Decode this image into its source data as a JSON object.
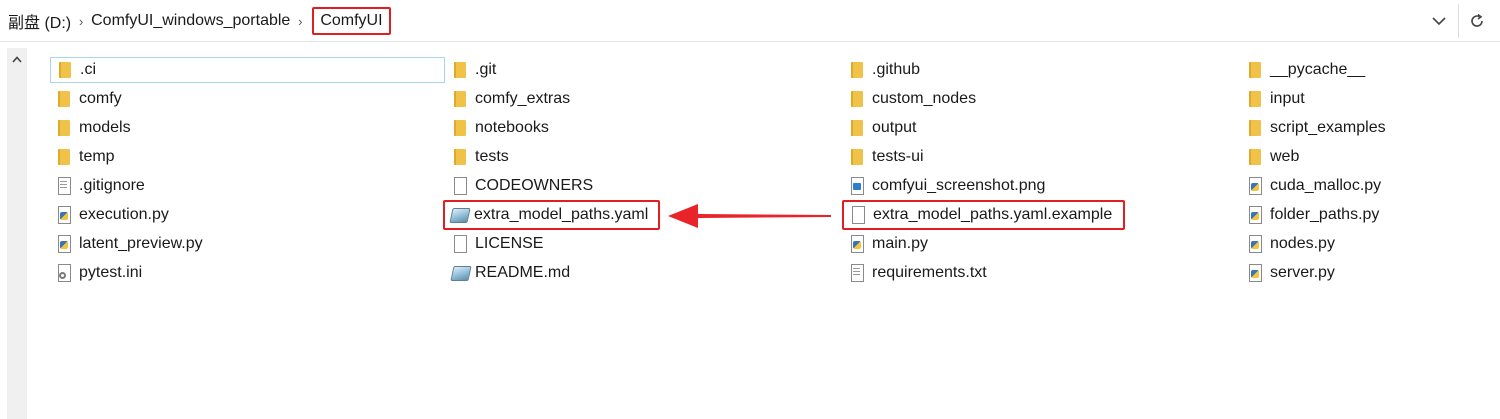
{
  "breadcrumb": {
    "drive": "副盘 (D:)",
    "folder1": "ComfyUI_windows_portable",
    "folder2": "ComfyUI",
    "separator": "›"
  },
  "toolbar": {
    "dropdown_icon": "chevron-down-icon",
    "refresh_icon": "refresh-icon"
  },
  "colors": {
    "highlight": "#e02020",
    "selection": "#a9d6ea",
    "folder": "#f0c24a"
  },
  "columns": [
    [
      {
        "name": ".ci",
        "type": "folder"
      },
      {
        "name": "comfy",
        "type": "folder"
      },
      {
        "name": "models",
        "type": "folder"
      },
      {
        "name": "temp",
        "type": "folder"
      },
      {
        "name": ".gitignore",
        "type": "txt"
      },
      {
        "name": "execution.py",
        "type": "py"
      },
      {
        "name": "latent_preview.py",
        "type": "py"
      },
      {
        "name": "pytest.ini",
        "type": "ini"
      }
    ],
    [
      {
        "name": ".git",
        "type": "folder"
      },
      {
        "name": "comfy_extras",
        "type": "folder"
      },
      {
        "name": "notebooks",
        "type": "folder"
      },
      {
        "name": "tests",
        "type": "folder"
      },
      {
        "name": "CODEOWNERS",
        "type": "doc"
      },
      {
        "name": "extra_model_paths.yaml",
        "type": "yaml"
      },
      {
        "name": "LICENSE",
        "type": "doc"
      },
      {
        "name": "README.md",
        "type": "yaml"
      }
    ],
    [
      {
        "name": ".github",
        "type": "folder"
      },
      {
        "name": "custom_nodes",
        "type": "folder"
      },
      {
        "name": "output",
        "type": "folder"
      },
      {
        "name": "tests-ui",
        "type": "folder"
      },
      {
        "name": "comfyui_screenshot.png",
        "type": "img"
      },
      {
        "name": "extra_model_paths.yaml.example",
        "type": "doc"
      },
      {
        "name": "main.py",
        "type": "py"
      },
      {
        "name": "requirements.txt",
        "type": "txt"
      }
    ],
    [
      {
        "name": "__pycache__",
        "type": "folder"
      },
      {
        "name": "input",
        "type": "folder"
      },
      {
        "name": "script_examples",
        "type": "folder"
      },
      {
        "name": "web",
        "type": "folder"
      },
      {
        "name": "cuda_malloc.py",
        "type": "py"
      },
      {
        "name": "folder_paths.py",
        "type": "py"
      },
      {
        "name": "nodes.py",
        "type": "py"
      },
      {
        "name": "server.py",
        "type": "py"
      }
    ]
  ]
}
